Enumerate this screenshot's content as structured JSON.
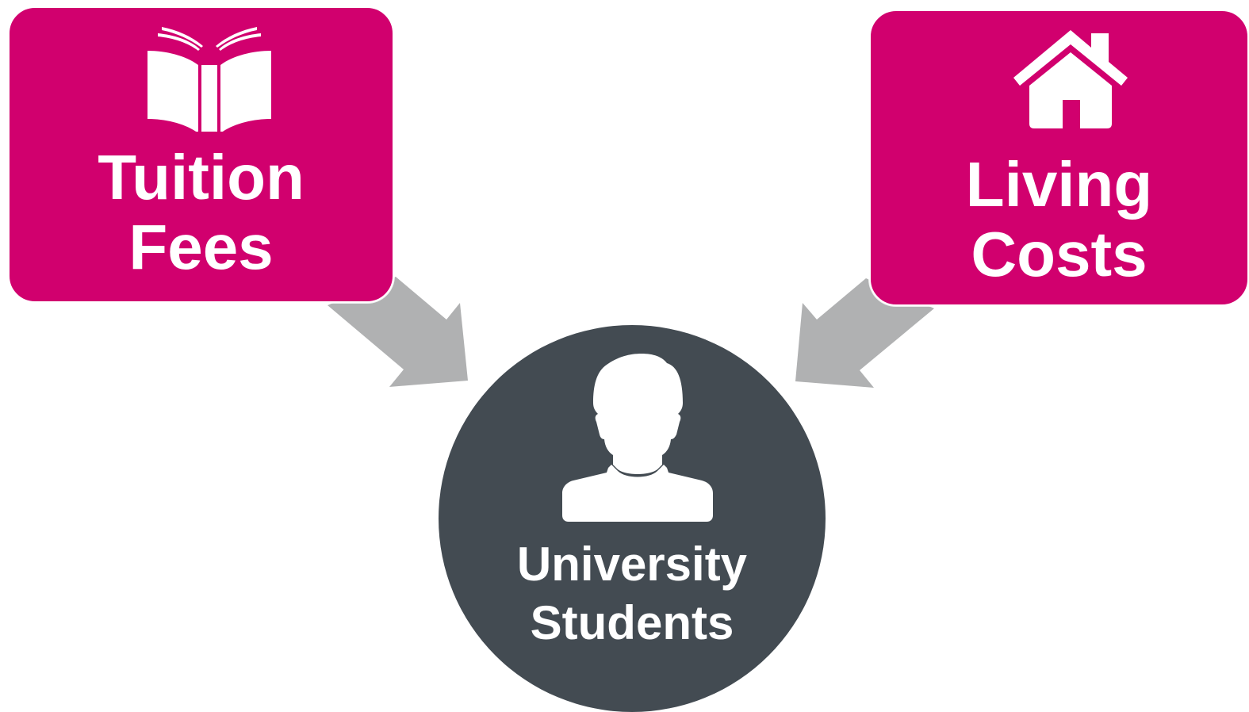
{
  "colors": {
    "box_fill": "#d1006e",
    "circle_fill": "#434b52",
    "arrow_fill": "#b0b1b2",
    "icon_fill": "#ffffff",
    "text": "#ffffff"
  },
  "nodes": {
    "tuition": {
      "line1": "Tuition",
      "line2": "Fees",
      "icon": "open-book-icon"
    },
    "living": {
      "line1": "Living",
      "line2": "Costs",
      "icon": "house-icon"
    },
    "students": {
      "line1": "University",
      "line2": "Students",
      "icon": "person-icon"
    }
  },
  "edges": [
    {
      "from": "tuition",
      "to": "students"
    },
    {
      "from": "living",
      "to": "students"
    }
  ]
}
